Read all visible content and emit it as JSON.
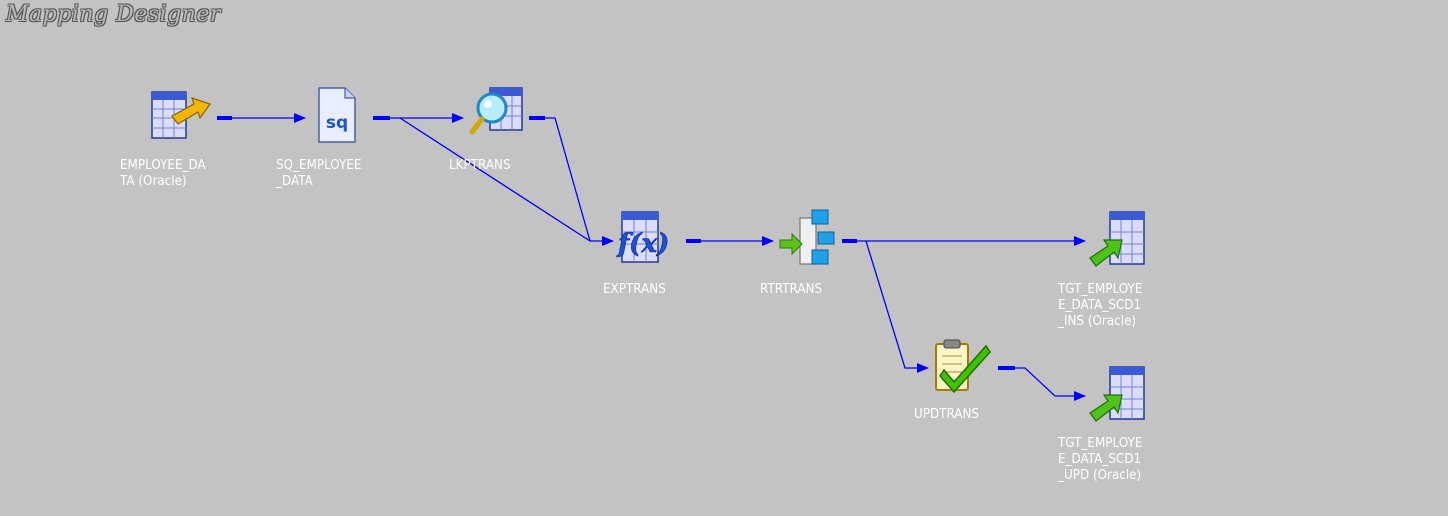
{
  "window": {
    "title": "Mapping Designer"
  },
  "nodes": {
    "source": {
      "label": "EMPLOYEE_DA\nTA (Oracle)",
      "icon": "source-table-icon"
    },
    "sq": {
      "label": "SQ_EMPLOYEE\n_DATA",
      "icon": "source-qualifier-icon"
    },
    "lkp": {
      "label": "LKPTRANS",
      "icon": "lookup-transformation-icon"
    },
    "exp": {
      "label": "EXPTRANS",
      "icon": "expression-transformation-icon"
    },
    "rtr": {
      "label": "RTRTRANS",
      "icon": "router-transformation-icon"
    },
    "upd": {
      "label": "UPDTRANS",
      "icon": "update-strategy-icon"
    },
    "tgt_ins": {
      "label": "TGT_EMPLOYE\nE_DATA_SCD1\n_INS (Oracle)",
      "icon": "target-table-icon"
    },
    "tgt_upd": {
      "label": "TGT_EMPLOYE\nE_DATA_SCD1\n_UPD (Oracle)",
      "icon": "target-table-icon"
    }
  },
  "colors": {
    "background": "#c3c3c3",
    "link": "#0000ff",
    "label": "#ffffff"
  }
}
